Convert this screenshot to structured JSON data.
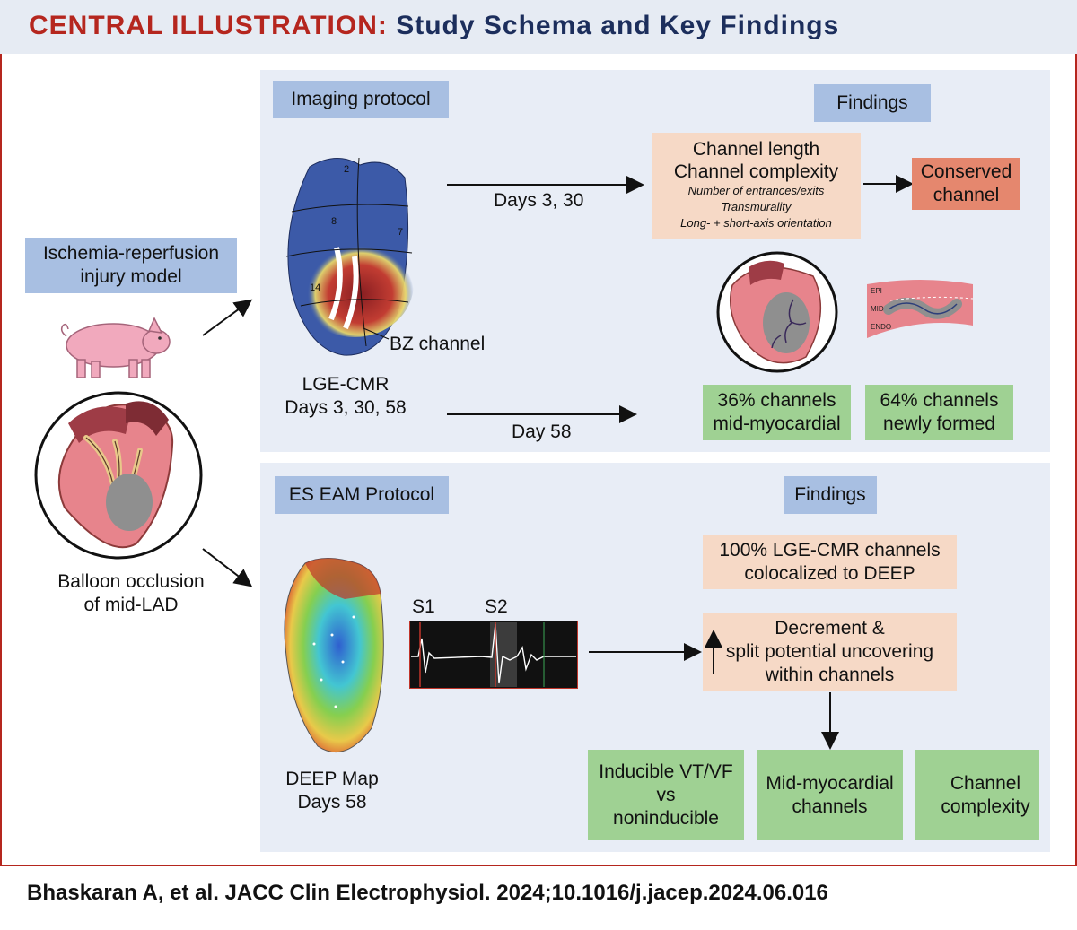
{
  "header": {
    "prefix": "CENTRAL ILLUSTRATION:",
    "title": "Study Schema and Key Findings"
  },
  "model": {
    "label_line1": "Ischemia-reperfusion",
    "label_line2": "injury model",
    "caption_line1": "Balloon occlusion",
    "caption_line2": "of mid-LAD"
  },
  "imaging": {
    "protocol_label": "Imaging protocol",
    "findings_label": "Findings",
    "bz_channel": "BZ channel",
    "lge_line1": "LGE-CMR",
    "lge_line2": "Days 3, 30, 58",
    "arrow1_label": "Days 3, 30",
    "arrow2_label": "Day 58",
    "channel_length": "Channel length",
    "channel_complexity": "Channel complexity",
    "sub1": "Number of entrances/exits",
    "sub2": "Transmurality",
    "sub3": "Long- + short-axis orientation",
    "conserved_line1": "Conserved",
    "conserved_line2": "channel",
    "layer_epi": "EPI",
    "layer_mid": "MID",
    "layer_endo": "ENDO",
    "green1_line1": "36% channels",
    "green1_line2": "mid-myocardial",
    "green2_line1": "64% channels",
    "green2_line2": "newly formed",
    "segment_numbers": [
      "2",
      "8",
      "7",
      "14"
    ]
  },
  "es": {
    "protocol_label": "ES EAM Protocol",
    "findings_label": "Findings",
    "s1": "S1",
    "s2": "S2",
    "deep_line1": "DEEP Map",
    "deep_line2": "Days 58",
    "colocal_line1": "100% LGE-CMR channels",
    "colocal_line2": "colocalized to DEEP",
    "decrement_line1": "Decrement &",
    "decrement_line2": "split potential uncovering",
    "decrement_line3": "within channels",
    "g1_line1": "Inducible VT/VF",
    "g1_line2": "vs",
    "g1_line3": "noninducible",
    "g2_line1": "Mid-myocardial",
    "g2_line2": "channels",
    "g3_line1": "Channel",
    "g3_line2": "complexity"
  },
  "citation": "Bhaskaran A, et al. JACC Clin Electrophysiol. 2024;10.1016/j.jacep.2024.06.016",
  "colors": {
    "header_red": "#b5261e",
    "header_navy": "#1c2e5c",
    "panel_bg": "#e8edf6",
    "label_blue": "#a8bfe2",
    "peach": "#f6d9c6",
    "salmon": "#e5876e",
    "green": "#9fd193"
  }
}
